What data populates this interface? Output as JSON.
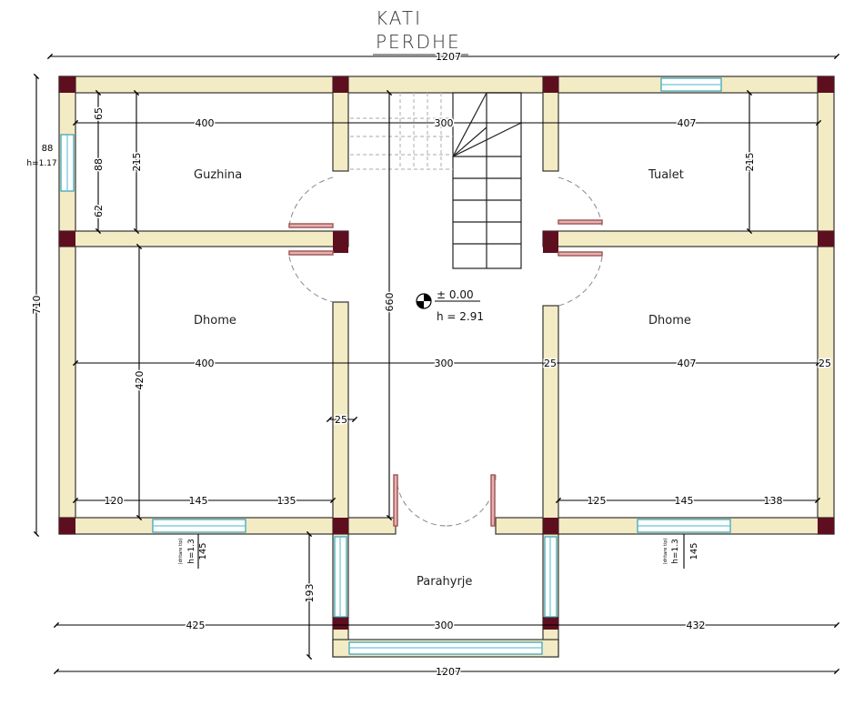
{
  "title": {
    "line1": "KATI",
    "line2": "PERDHE"
  },
  "rooms": {
    "guzhina": "Guzhina",
    "tualet": "Tualet",
    "dhome_left": "Dhome",
    "dhome_right": "Dhome",
    "parahyrje": "Parahyrje"
  },
  "level": {
    "elevation": "± 0.00",
    "height": "h = 2.91"
  },
  "dims": {
    "total_width_top": "1207",
    "total_width_bottom": "1207",
    "total_height": "710",
    "guzhina_width": "400",
    "stair_width": "300",
    "tualet_width": "407",
    "guzhina_depth": "215",
    "tualet_depth": "215",
    "dhome_left_width": "400",
    "hall_width": "300",
    "dhome_right_width": "407",
    "dhome_left_depth": "420",
    "hall_length": "660",
    "wall_25_a": "25",
    "wall_25_b": "25",
    "wall_25_c": "25",
    "win_left_a": "120",
    "win_left_b": "145",
    "win_left_c": "135",
    "win_right_a": "125",
    "win_right_b": "145",
    "win_right_c": "138",
    "west_65": "65",
    "west_88": "88",
    "west_62": "62",
    "west_win_w": "88",
    "west_win_h": "h=1.17",
    "win_h_left": "h=1.3",
    "win_w_left": "145",
    "win_h_right": "h=1.3",
    "win_w_right": "145",
    "win_note_left": "(dritare tip)",
    "win_note_right": "(dritare tip)",
    "porch_left": "425",
    "porch_width": "300",
    "porch_right": "432",
    "porch_depth": "193"
  },
  "colors": {
    "wall_fill": "#f3ebc4",
    "wall_stroke": "#333333",
    "column": "#5e0f1f",
    "window": "#6cc4d4",
    "door_swing": "#888888",
    "door_leaf": "#a05a5a"
  }
}
